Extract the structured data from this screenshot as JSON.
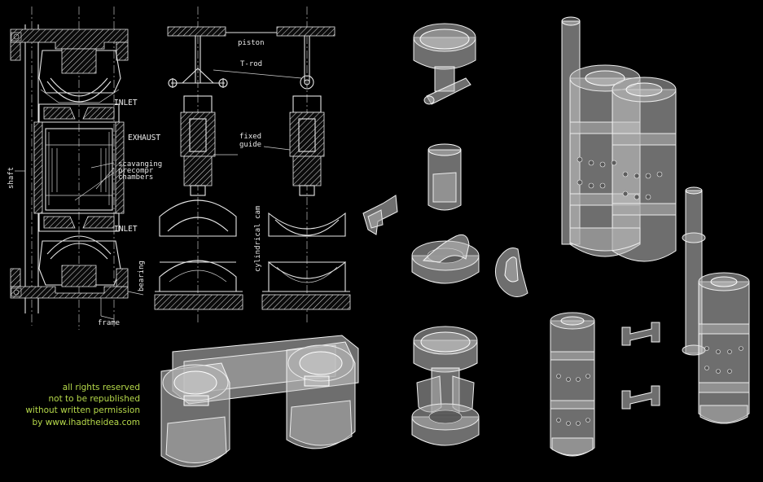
{
  "labels": {
    "piston": "piston",
    "t_rod": "T-rod",
    "inlet_top": "INLET",
    "exhaust": "EXHAUST",
    "fixed_guide_1": "fixed",
    "fixed_guide_2": "guide",
    "scav_1": "scavanging",
    "scav_2": "precompr",
    "scav_3": "chambers",
    "shaft": "shaft",
    "inlet_bottom": "INLET",
    "cylindrical_cam": "cylindrical cam",
    "bearing": "bearing",
    "frame": "frame"
  },
  "notice": {
    "line1": "all rights reserved",
    "line2": "not to be republished",
    "line3": "without written permission",
    "line4": "by www.ihadtheidea.com"
  },
  "colors": {
    "background": "#000000",
    "drawing_lines": "#e6e6e6",
    "notice_text": "#b6d94a",
    "render_grey": "#c9c9c9"
  }
}
